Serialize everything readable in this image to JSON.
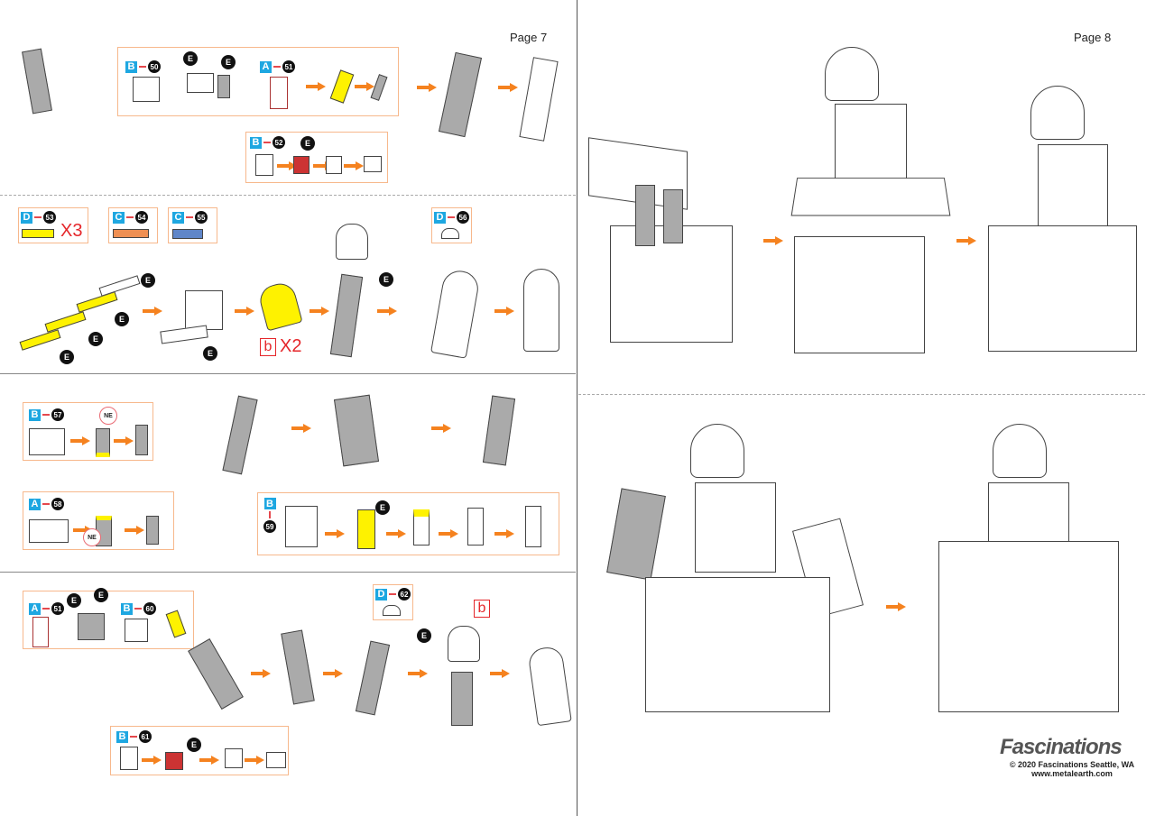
{
  "pages": {
    "left": "Page 7",
    "right": "Page 8"
  },
  "steps": {
    "s50": {
      "sheet": "B",
      "num": "50"
    },
    "s51": {
      "sheet": "A",
      "num": "51"
    },
    "s52": {
      "sheet": "B",
      "num": "52"
    },
    "s53": {
      "sheet": "D",
      "num": "53",
      "mult": "X3"
    },
    "s54": {
      "sheet": "C",
      "num": "54"
    },
    "s55": {
      "sheet": "C",
      "num": "55"
    },
    "s56": {
      "sheet": "D",
      "num": "56"
    },
    "s57": {
      "sheet": "B",
      "num": "57"
    },
    "s58": {
      "sheet": "A",
      "num": "58"
    },
    "s59": {
      "sheet": "B",
      "num": "59"
    },
    "s51b": {
      "sheet": "A",
      "num": "51"
    },
    "s60": {
      "sheet": "B",
      "num": "60"
    },
    "s61": {
      "sheet": "B",
      "num": "61"
    },
    "s62": {
      "sheet": "D",
      "num": "62"
    }
  },
  "markers": {
    "e": "E",
    "ne": "NE",
    "b": "b",
    "x2": "X2"
  },
  "colors": {
    "arrow": "#f5821f",
    "box": "#f7b88c",
    "sheet": "#1ea7e1",
    "accent": "#e5262a"
  },
  "footer": {
    "brand": "Fascinations",
    "copyright": "© 2020 Fascinations Seattle, WA",
    "url": "www.metalearth.com"
  }
}
